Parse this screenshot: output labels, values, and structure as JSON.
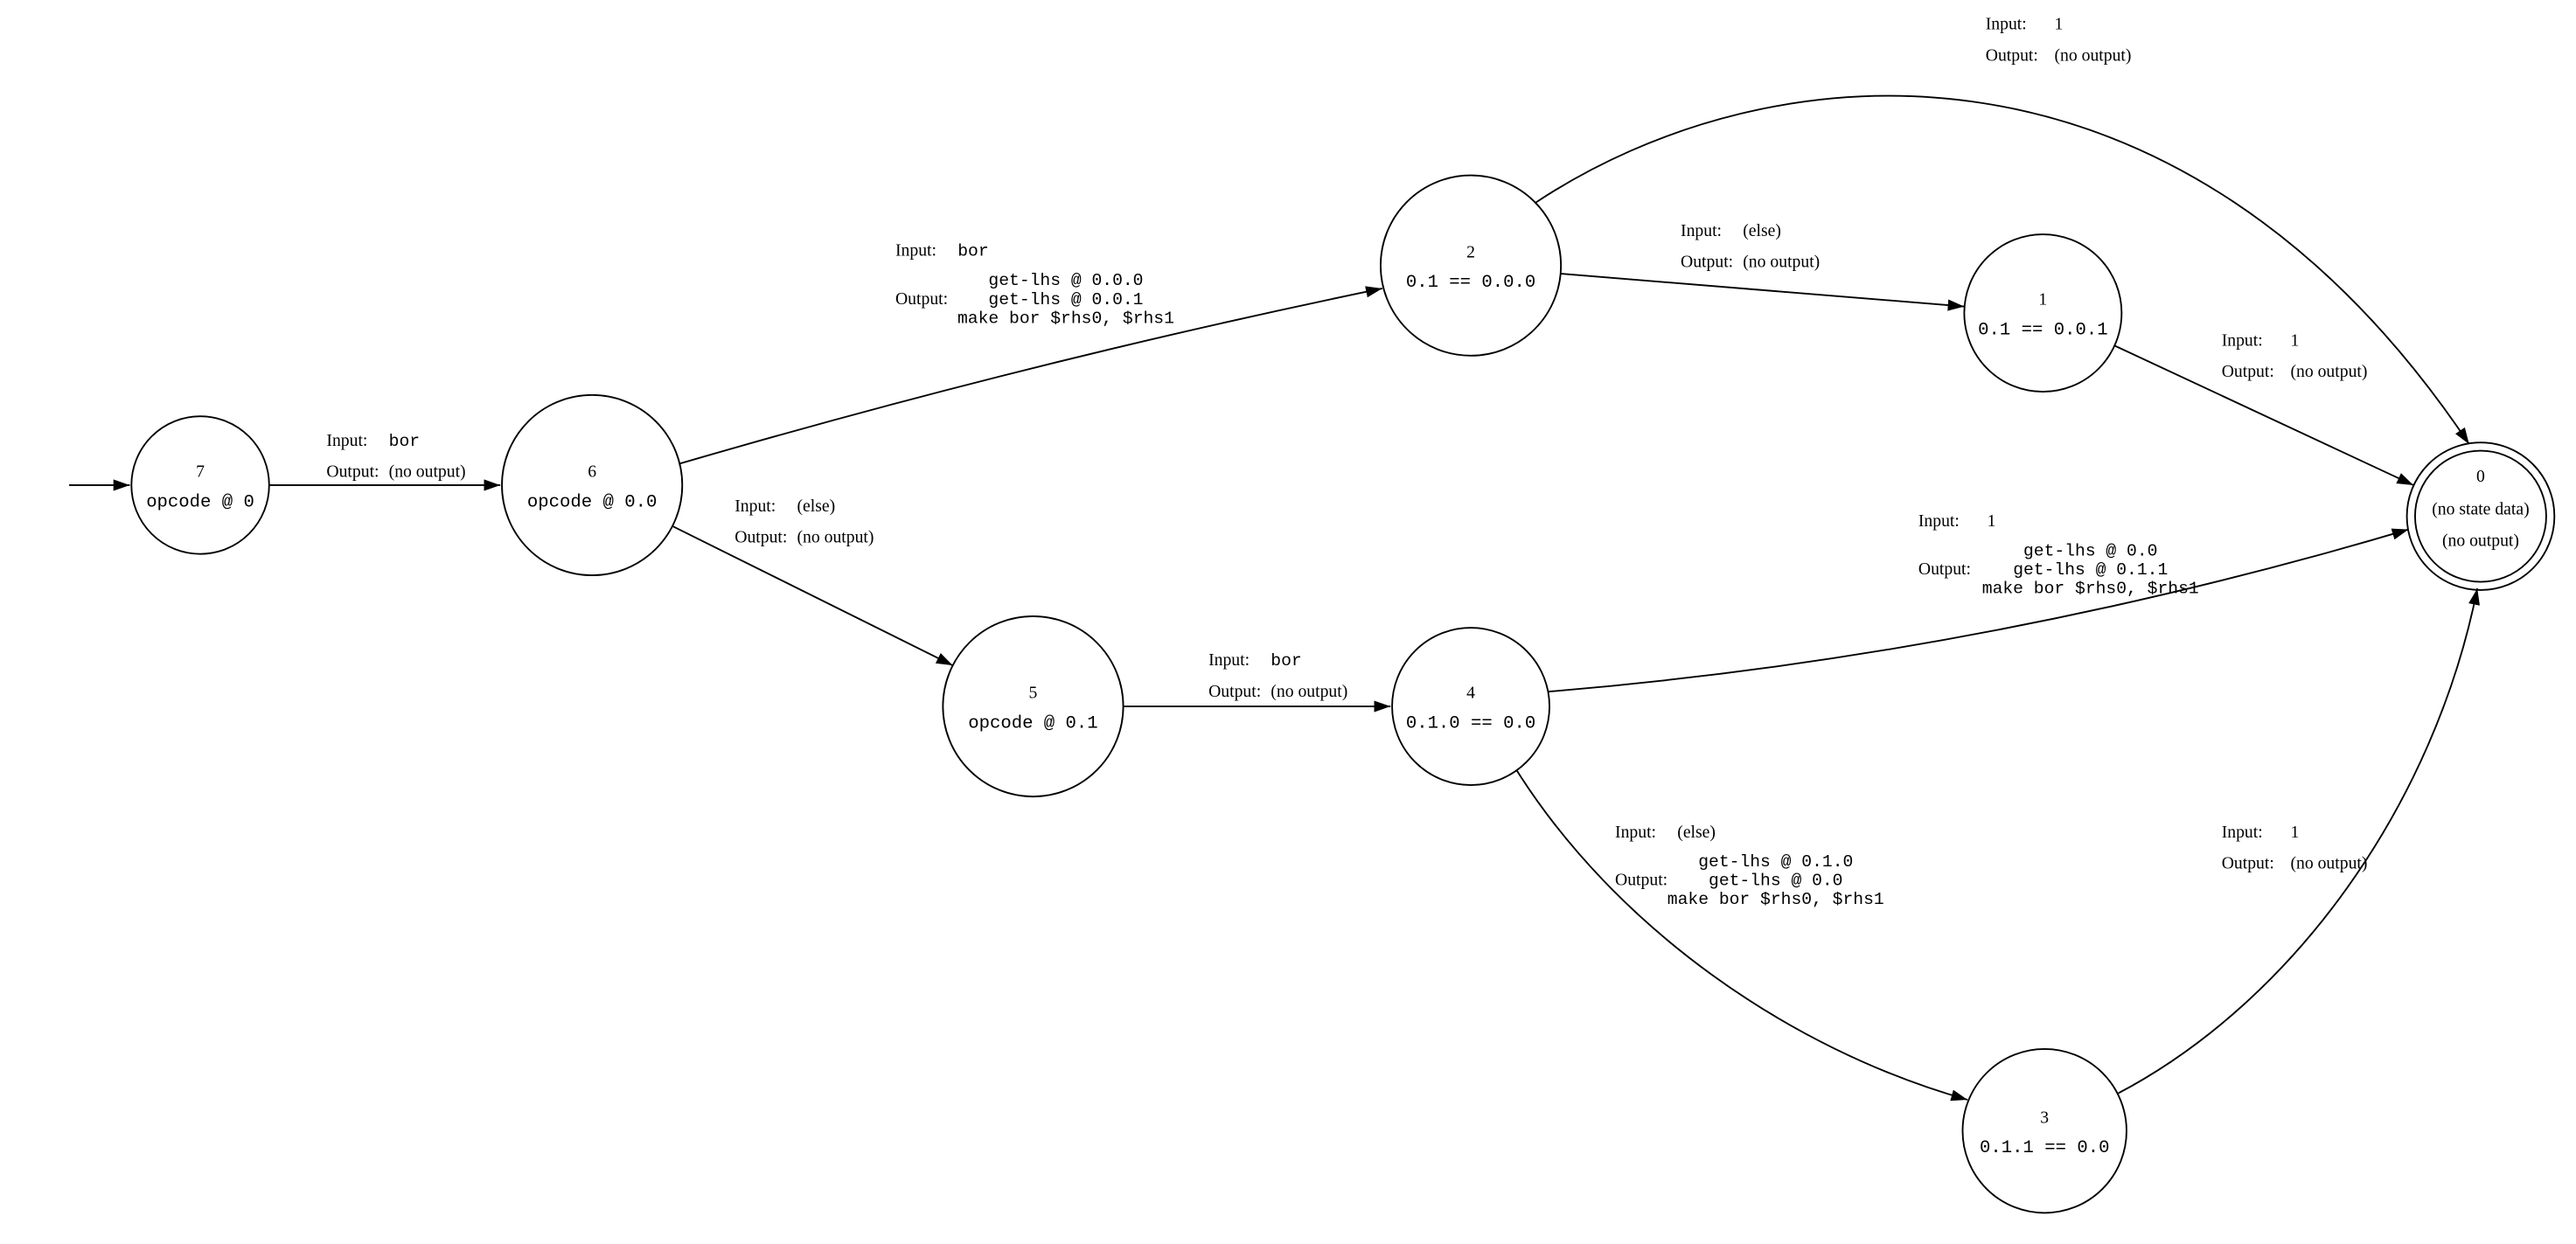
{
  "diagram": {
    "type": "state-machine",
    "colors": {
      "background": "#ffffff",
      "stroke": "#000000",
      "text": "#000000"
    },
    "states": {
      "s7": {
        "number": "7",
        "label": "opcode @ 0",
        "start": true,
        "accepting": false
      },
      "s6": {
        "number": "6",
        "label": "opcode @ 0.0",
        "accepting": false
      },
      "s2": {
        "number": "2",
        "label": "0.1 == 0.0.0",
        "accepting": false
      },
      "s1": {
        "number": "1",
        "label": "0.1 == 0.0.1",
        "accepting": false
      },
      "s0": {
        "number": "0",
        "label_line1": "(no state data)",
        "label_line2": "(no output)",
        "accepting": true
      },
      "s5": {
        "number": "5",
        "label": "opcode @ 0.1",
        "accepting": false
      },
      "s4": {
        "number": "4",
        "label": "0.1.0 == 0.0",
        "accepting": false
      },
      "s3": {
        "number": "3",
        "label": "0.1.1 == 0.0",
        "accepting": false
      }
    },
    "edges": {
      "e7_6": {
        "from": "7",
        "to": "6",
        "input_label": "Input:",
        "input": "bor",
        "output_label": "Output:",
        "output_lines": [
          "(no output)"
        ]
      },
      "e6_2": {
        "from": "6",
        "to": "2",
        "input_label": "Input:",
        "input": "bor",
        "output_label": "Output:",
        "output_lines": [
          "get-lhs @ 0.0.0",
          "get-lhs @ 0.0.1",
          "make bor $rhs0, $rhs1"
        ]
      },
      "e6_5": {
        "from": "6",
        "to": "5",
        "input_label": "Input:",
        "input": "(else)",
        "output_label": "Output:",
        "output_lines": [
          "(no output)"
        ]
      },
      "e2_0": {
        "from": "2",
        "to": "0",
        "input_label": "Input:",
        "input": "1",
        "output_label": "Output:",
        "output_lines": [
          "(no output)"
        ]
      },
      "e2_1": {
        "from": "2",
        "to": "1",
        "input_label": "Input:",
        "input": "(else)",
        "output_label": "Output:",
        "output_lines": [
          "(no output)"
        ]
      },
      "e1_0": {
        "from": "1",
        "to": "0",
        "input_label": "Input:",
        "input": "1",
        "output_label": "Output:",
        "output_lines": [
          "(no output)"
        ]
      },
      "e5_4": {
        "from": "5",
        "to": "4",
        "input_label": "Input:",
        "input": "bor",
        "output_label": "Output:",
        "output_lines": [
          "(no output)"
        ]
      },
      "e4_0": {
        "from": "4",
        "to": "0",
        "input_label": "Input:",
        "input": "1",
        "output_label": "Output:",
        "output_lines": [
          "get-lhs @ 0.0",
          "get-lhs @ 0.1.1",
          "make bor $rhs0, $rhs1"
        ]
      },
      "e4_3": {
        "from": "4",
        "to": "3",
        "input_label": "Input:",
        "input": "(else)",
        "output_label": "Output:",
        "output_lines": [
          "get-lhs @ 0.1.0",
          "get-lhs @ 0.0",
          "make bor $rhs0, $rhs1"
        ]
      },
      "e3_0": {
        "from": "3",
        "to": "0",
        "input_label": "Input:",
        "input": "1",
        "output_label": "Output:",
        "output_lines": [
          "(no output)"
        ]
      }
    }
  }
}
